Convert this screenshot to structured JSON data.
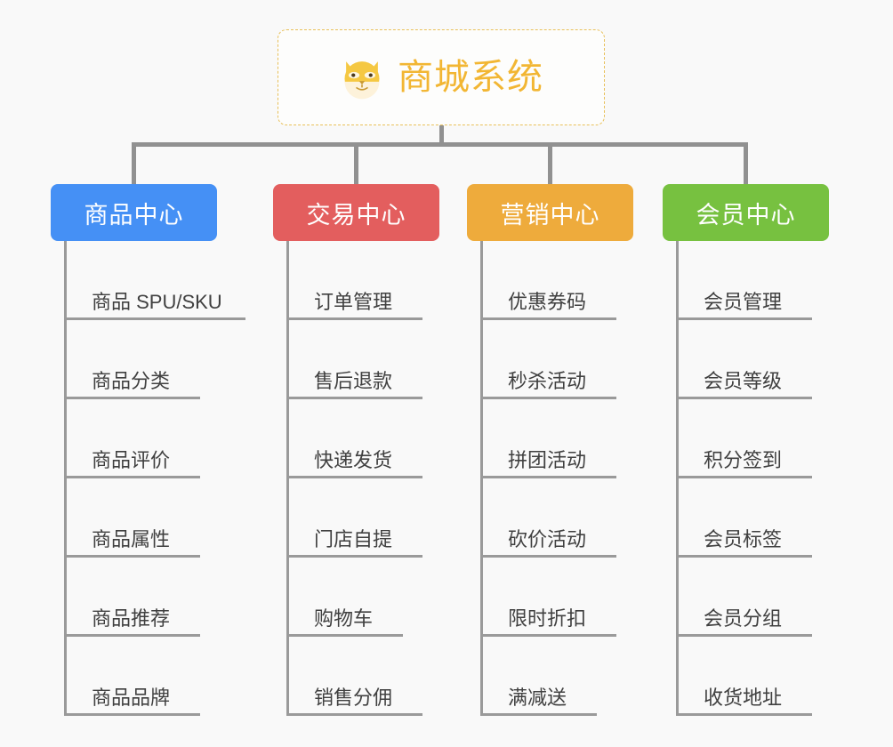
{
  "diagram": {
    "title": "商城系统",
    "background_color": "#f9f9f9",
    "root": {
      "label": "商城系统",
      "icon": "shiba-dog-face-icon",
      "text_color": "#f2b633",
      "border_color": "#e8c05a",
      "fill_color": "#fdfdfc"
    },
    "connector_color": "#919191",
    "branches": [
      {
        "id": "product-center",
        "label": "商品中心",
        "color": "#4590f5",
        "items": [
          {
            "label": "商品 SPU/SKU",
            "rule_width": 204
          },
          {
            "label": "商品分类",
            "rule_width": 153
          },
          {
            "label": "商品评价",
            "rule_width": 153
          },
          {
            "label": "商品属性",
            "rule_width": 153
          },
          {
            "label": "商品推荐",
            "rule_width": 153
          },
          {
            "label": "商品品牌",
            "rule_width": 153
          }
        ]
      },
      {
        "id": "trade-center",
        "label": "交易中心",
        "color": "#e35e5e",
        "items": [
          {
            "label": "订单管理",
            "rule_width": 153
          },
          {
            "label": "售后退款",
            "rule_width": 153
          },
          {
            "label": "快递发货",
            "rule_width": 153
          },
          {
            "label": "门店自提",
            "rule_width": 153
          },
          {
            "label": "购物车",
            "rule_width": 130
          },
          {
            "label": "销售分佣",
            "rule_width": 153
          }
        ]
      },
      {
        "id": "marketing-center",
        "label": "营销中心",
        "color": "#eeab3c",
        "items": [
          {
            "label": "优惠券码",
            "rule_width": 153
          },
          {
            "label": "秒杀活动",
            "rule_width": 153
          },
          {
            "label": "拼团活动",
            "rule_width": 153
          },
          {
            "label": "砍价活动",
            "rule_width": 153
          },
          {
            "label": "限时折扣",
            "rule_width": 153
          },
          {
            "label": "满减送",
            "rule_width": 130
          }
        ]
      },
      {
        "id": "member-center",
        "label": "会员中心",
        "color": "#77c match"
      }
    ]
  }
}
